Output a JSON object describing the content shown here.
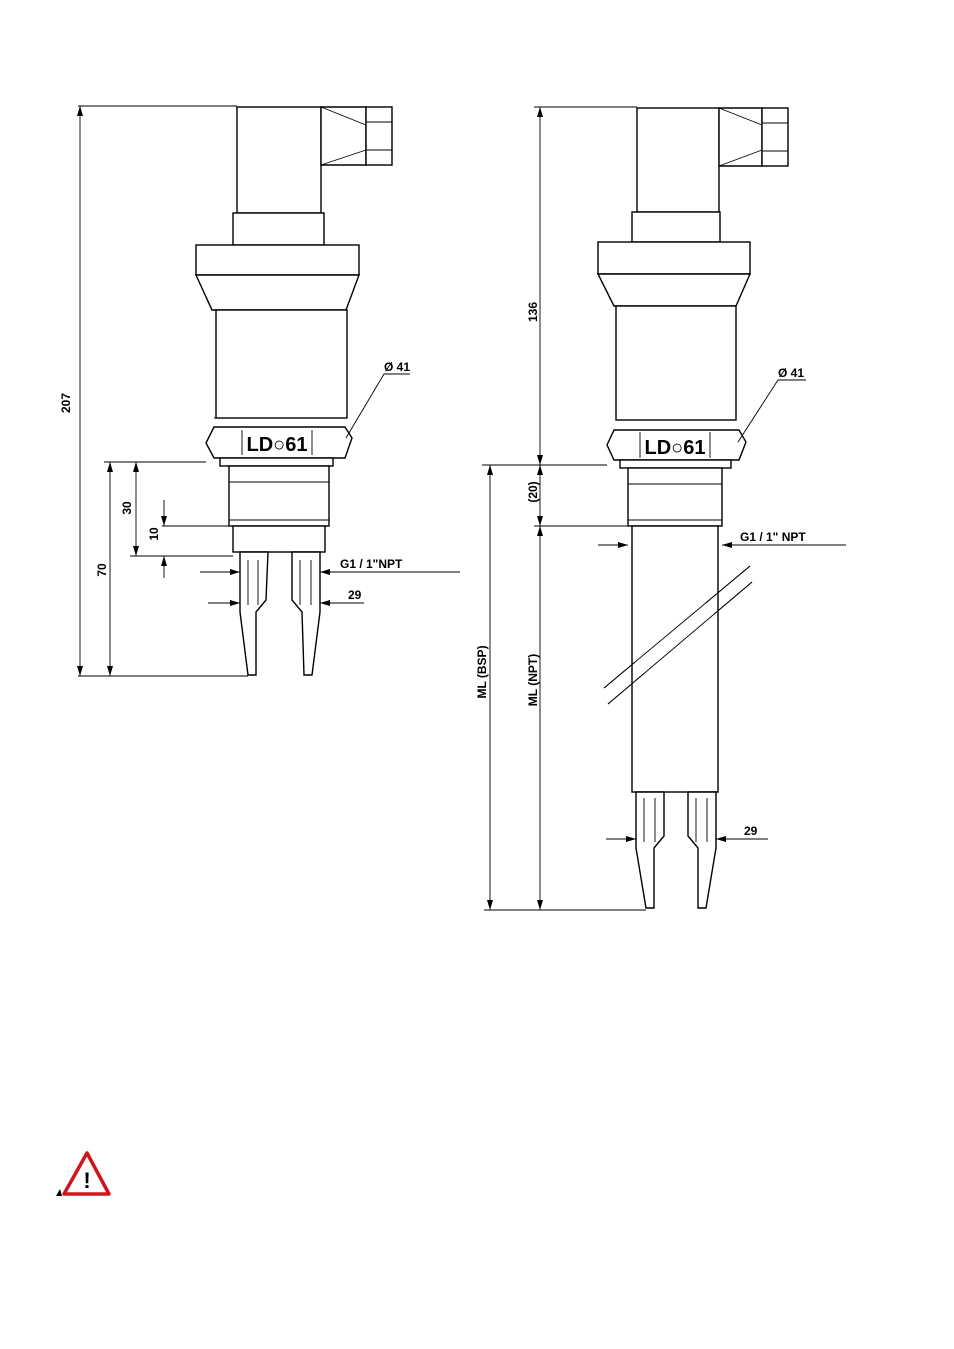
{
  "left_view": {
    "dim_overall": "207",
    "dim_fork_length": "70",
    "dim_thread_length": "30",
    "dim_thread_offset": "10",
    "dim_diameter": "Ø 41",
    "thread_label": "G1 / 1\"NPT",
    "dim_fork_width": "29",
    "brand_label": "LD○61"
  },
  "right_view": {
    "dim_housing": "136",
    "dim_thread_length": "(20)",
    "dim_ml_bsp": "ML (BSP)",
    "dim_ml_npt": "ML (NPT)",
    "dim_diameter": "Ø 41",
    "thread_label": "G1 / 1\" NPT",
    "dim_fork_width": "29",
    "brand_label": "LD○61"
  },
  "warning_icon": {
    "symbol": "!",
    "color_fill": "#ffffff",
    "color_border": "#d0161b"
  }
}
